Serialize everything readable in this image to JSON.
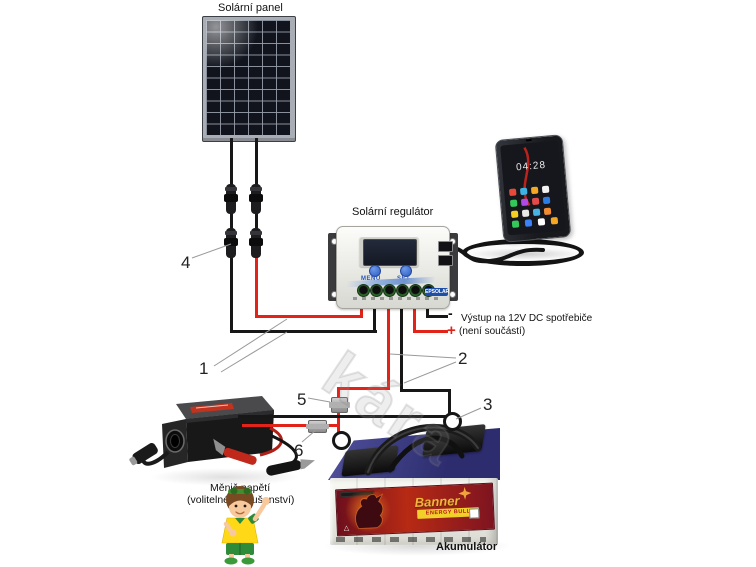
{
  "labels": {
    "solar_panel": "Solární panel",
    "solar_regulator": "Solární regulátor",
    "battery": "Akumulátor",
    "inverter_line1": "Měnič napětí",
    "inverter_line2": "(volitelné příslušenství)",
    "dc_output_line1": "Výstup na 12V DC spotřebiče",
    "dc_output_line2": "(není součástí)",
    "dc_output_minus": "-",
    "dc_output_plus": "+"
  },
  "callouts": {
    "n1": "1",
    "n2": "2",
    "n3": "3",
    "n4": "4",
    "n5": "5",
    "n6": "6"
  },
  "regulator": {
    "menu_button": "MENU",
    "set_button": "SET",
    "brand_badge": "EPSOLAR"
  },
  "phone": {
    "clock": "04:28",
    "app_icon_colors": [
      "#e5493a",
      "#3bb4e5",
      "#f5a623",
      "#f2f2f2",
      "#34c759",
      "#b049e5",
      "#e54949",
      "#2b7de5",
      "#f5d020",
      "#e8e8e8",
      "#49b2e5",
      "#f28b30"
    ],
    "dock_icon_colors": [
      "#34c759",
      "#3b82f6",
      "#ffffff",
      "#f5a623"
    ]
  },
  "battery": {
    "brand": "Banner",
    "series": "ENERGY BULL"
  },
  "watermark": "kára",
  "colors": {
    "wire_red": "#e2231a",
    "wire_black": "#171717",
    "leader_gray": "#9a9a9a",
    "battery_top_blue": "#35357f",
    "battery_label_red": "#a82015",
    "regulator_button_blue": "#2d5cc2",
    "terminal_green": "#2f6b2f",
    "background": "#ffffff"
  }
}
